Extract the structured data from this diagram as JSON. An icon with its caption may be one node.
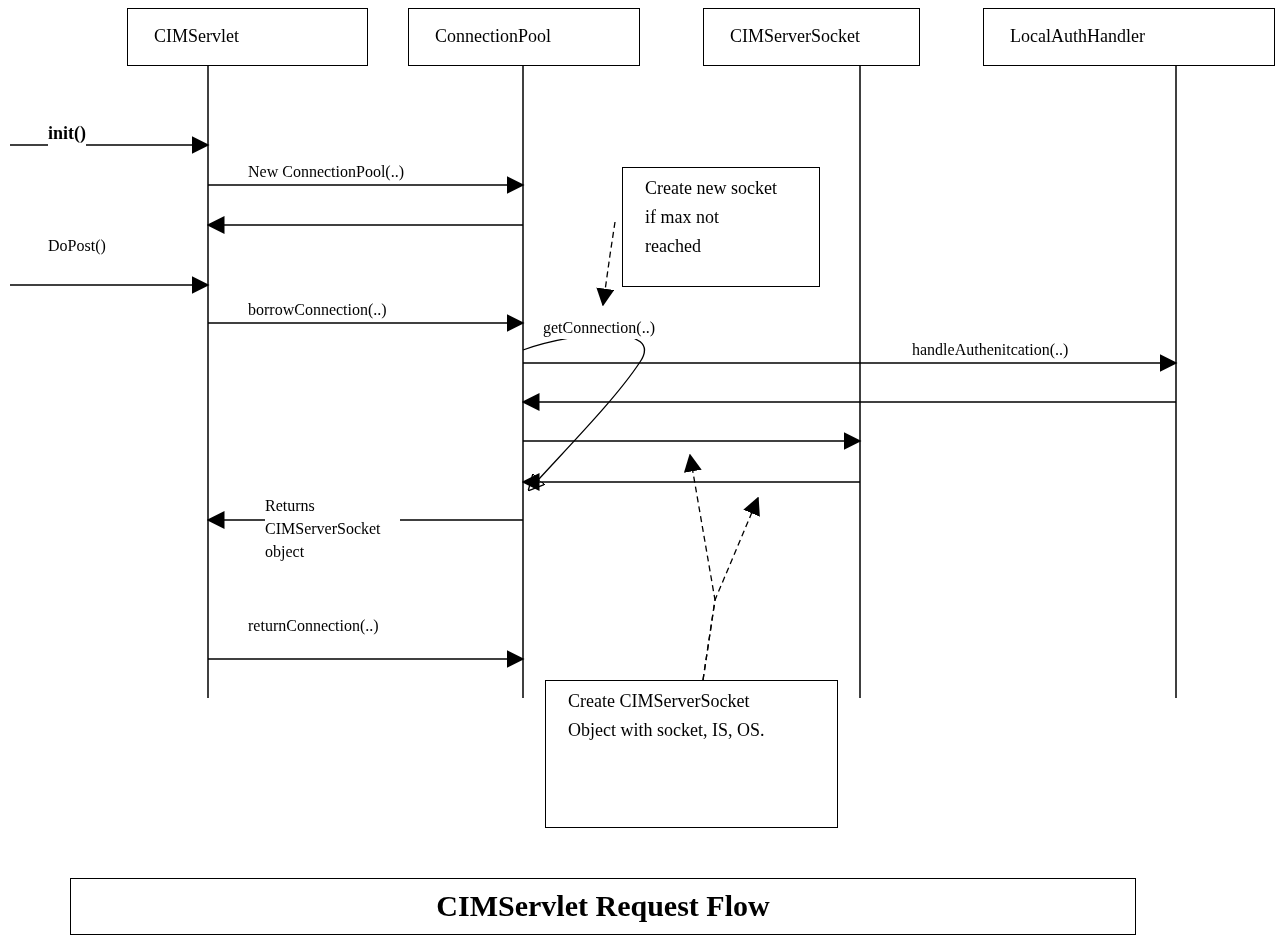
{
  "diagram": {
    "title": "CIMServlet Request Flow",
    "nodes": [
      {
        "text": [
          "CIMServlet"
        ]
      },
      {
        "text": [
          "ConnectionPool"
        ]
      },
      {
        "text": [
          "CIMServerSocket"
        ]
      },
      {
        "text": [
          "LocalAuthHandler"
        ]
      },
      {
        "text": [
          "Create new socket if max not reached"
        ]
      },
      {
        "text": [
          "Create CIMServerSocket Object with socket, IS, OS."
        ]
      },
      {
        "text": [],
        "shape": "line"
      },
      {
        "text": [],
        "shape": "line"
      },
      {
        "text": [],
        "shape": "line"
      },
      {
        "text": [],
        "shape": "line"
      }
    ],
    "edges": [
      {
        "from": null,
        "to": 6,
        "arrow": "to",
        "label": "init()"
      },
      {
        "from": 6,
        "to": 7,
        "arrow": "to",
        "label": "New ConnectionPool(..)"
      },
      {
        "from": 7,
        "to": 6,
        "arrow": "to"
      },
      {
        "from": null,
        "to": 6,
        "arrow": "to",
        "label": "DoPost()"
      },
      {
        "from": 6,
        "to": 7,
        "arrow": "to",
        "label": "borrowConnection(..)"
      },
      {
        "from": 7,
        "to": 7,
        "arrow": "to",
        "label": "getConnection(..)"
      },
      {
        "from": 7,
        "to": 9,
        "arrow": "to",
        "label": "handleAuthenitcation(..)"
      },
      {
        "from": 9,
        "to": 7,
        "arrow": "to"
      },
      {
        "from": 7,
        "to": 8,
        "arrow": "to"
      },
      {
        "from": 8,
        "to": 7,
        "arrow": "to"
      },
      {
        "from": 7,
        "to": 6,
        "arrow": "to",
        "label": "Returns CIMServerSocket object"
      },
      {
        "from": 6,
        "to": 7,
        "arrow": "to",
        "label": "returnConnection(..)"
      },
      {
        "from": 4,
        "to": null,
        "arrow": "to",
        "style": "dashed"
      },
      {
        "from": 5,
        "to": null,
        "arrow": "to",
        "style": "dashed"
      },
      {
        "from": 5,
        "to": null,
        "arrow": "to",
        "style": "dashed"
      }
    ]
  }
}
